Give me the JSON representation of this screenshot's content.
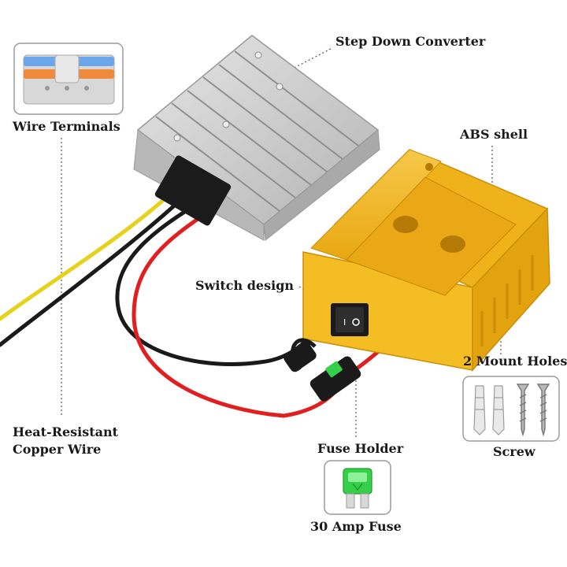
{
  "labels": {
    "step_down_converter": "Step Down Converter",
    "abs_shell": "ABS shell",
    "wire_terminals": "Wire Terminals",
    "switch_design": "Switch design",
    "mount_holes": "2 Mount Holes",
    "heat_resistant_line1": "Heat-Resistant",
    "heat_resistant_line2": "Copper Wire",
    "fuse_holder": "Fuse Holder",
    "screw": "Screw",
    "amp_fuse": "30 Amp Fuse"
  },
  "colors": {
    "converter_body": "#c9c9c9",
    "shell_yellow": "#f4b81e",
    "wire_red": "#e02020",
    "wire_black": "#1a1a1a",
    "wire_yellow": "#e6d21a",
    "fuse_green": "#35d04a",
    "leader_line": "#555555"
  },
  "icons": [
    "wire-terminals-icon",
    "wall-plug-icon",
    "screw-icon",
    "fuse-icon",
    "rocker-switch-icon"
  ]
}
